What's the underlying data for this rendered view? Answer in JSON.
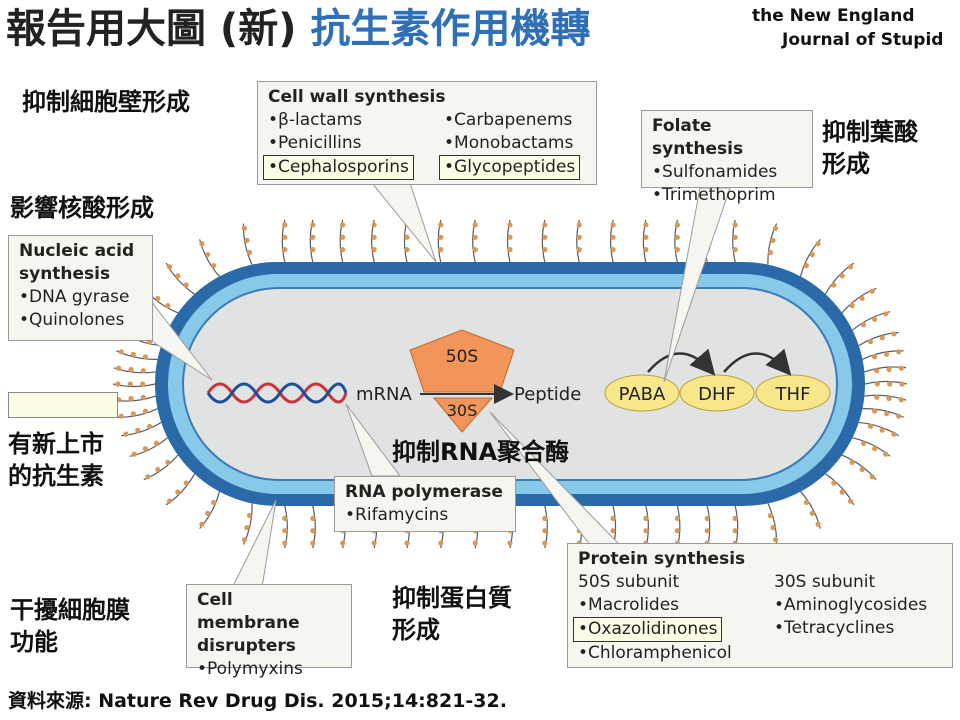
{
  "title": {
    "part1": "報告用大圖 (新)",
    "part2": "抗生素作用機轉"
  },
  "logo": {
    "line1": "the New England",
    "line2": "Journal of Stupid"
  },
  "labels": {
    "cell_wall": "抑制細胞壁形成",
    "nucleic": "影響核酸形成",
    "folate": [
      "抑制葉酸",
      "形成"
    ],
    "new_antibiotics": [
      "有新上市",
      "的抗生素"
    ],
    "rna_pol": "抑制RNA聚合酶",
    "membrane": [
      "干擾細胞膜",
      "功能"
    ],
    "protein": [
      "抑制蛋白質",
      "形成"
    ]
  },
  "cell_wall_box": {
    "heading": "Cell wall synthesis",
    "left": [
      "β-lactams",
      "Penicillins",
      "Cephalosporins"
    ],
    "right": [
      "Carbapenems",
      "Monobactams",
      "Glycopeptides"
    ]
  },
  "folate_box": {
    "heading": "Folate synthesis",
    "items": [
      "Sulfonamides",
      "Trimethoprim"
    ]
  },
  "nucleic_box": {
    "heading": [
      "Nucleic acid",
      "synthesis"
    ],
    "items": [
      "DNA gyrase",
      "Quinolones"
    ]
  },
  "rna_box": {
    "heading": "RNA polymerase",
    "items": [
      "Rifamycins"
    ]
  },
  "membrane_box": {
    "heading": [
      "Cell membrane",
      "disrupters"
    ],
    "items": [
      "Polymyxins"
    ]
  },
  "protein_box": {
    "heading": "Protein synthesis",
    "col1_heading": "50S subunit",
    "col1": [
      "Macrolides",
      "Oxazolidinones",
      "Chloramphenicol"
    ],
    "col2_heading": "30S subunit",
    "col2": [
      "Aminoglycosides",
      "Tetracyclines"
    ]
  },
  "cell": {
    "ribosome_large": "50S",
    "ribosome_small": "30S",
    "mrna": "mRNA",
    "peptide": "Peptide",
    "paba": "PABA",
    "dhf": "DHF",
    "thf": "THF"
  },
  "source": "資料來源: Nature Rev Drug Dis. 2015;14:821-32.",
  "colors": {
    "outer_wall": "#2a6aa8",
    "inner_wall": "#88c8e8",
    "cytoplasm": "#e1e3e2",
    "ribosome": "#f1955a",
    "metabolite": "#f8e68a",
    "title_accent": "#2e6fb6"
  }
}
